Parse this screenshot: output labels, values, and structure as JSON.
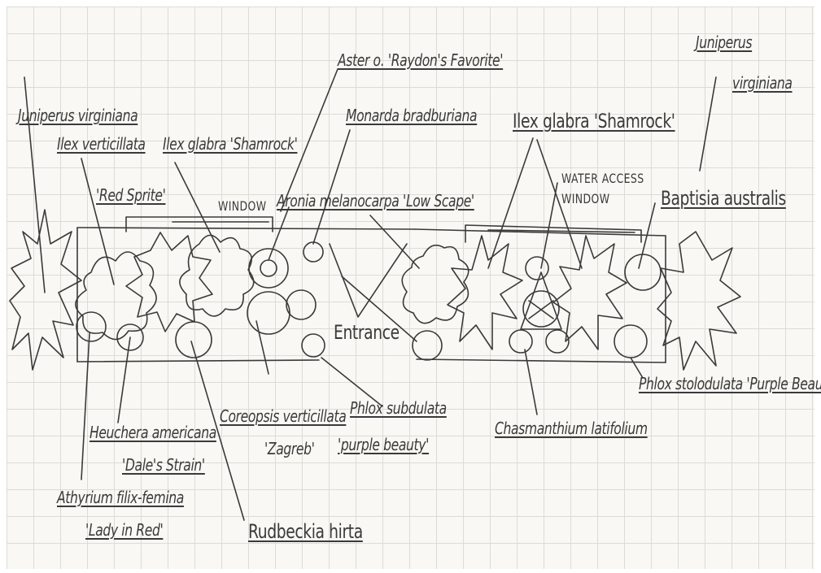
{
  "colors": {
    "ink": "#3a3a3a",
    "paper": "#f9f8f4",
    "grid": "#dcdcd6"
  },
  "labels": {
    "juniperus_left": "Juniperus virginiana",
    "ilex_verticillata": "Ilex verticillata",
    "red_sprite": "'Red Sprite'",
    "ilex_glabra_left": "Ilex glabra 'Shamrock'",
    "window_left": "WINDOW",
    "aster": "Aster o. 'Raydon's Favorite'",
    "monarda": "Monarda bradburiana",
    "aronia": "Aronia melanocarpa 'Low Scape'",
    "ilex_glabra_right": "Ilex glabra 'Shamrock'",
    "water_access": "WATER ACCESS",
    "window_right": "WINDOW",
    "juniperus_right_1": "Juniperus",
    "juniperus_right_2": "virginiana",
    "baptisia": "Baptisia australis",
    "entrance": "Entrance",
    "heuchera_1": "Heuchera americana",
    "heuchera_2": "'Dale's Strain'",
    "coreopsis_1": "Coreopsis verticillata",
    "coreopsis_2": "'Zagreb'",
    "phlox_mid_1": "Phlox subdulata",
    "phlox_mid_2": "'purple beauty'",
    "chasmanthium": "Chasmanthium latifolium",
    "phlox_right": "Phlox stolodulata 'Purple Beauty'",
    "athyrium_1": "Athyrium filix-femina",
    "athyrium_2": "'Lady in Red'",
    "rudbeckia": "Rudbeckia hirta"
  }
}
